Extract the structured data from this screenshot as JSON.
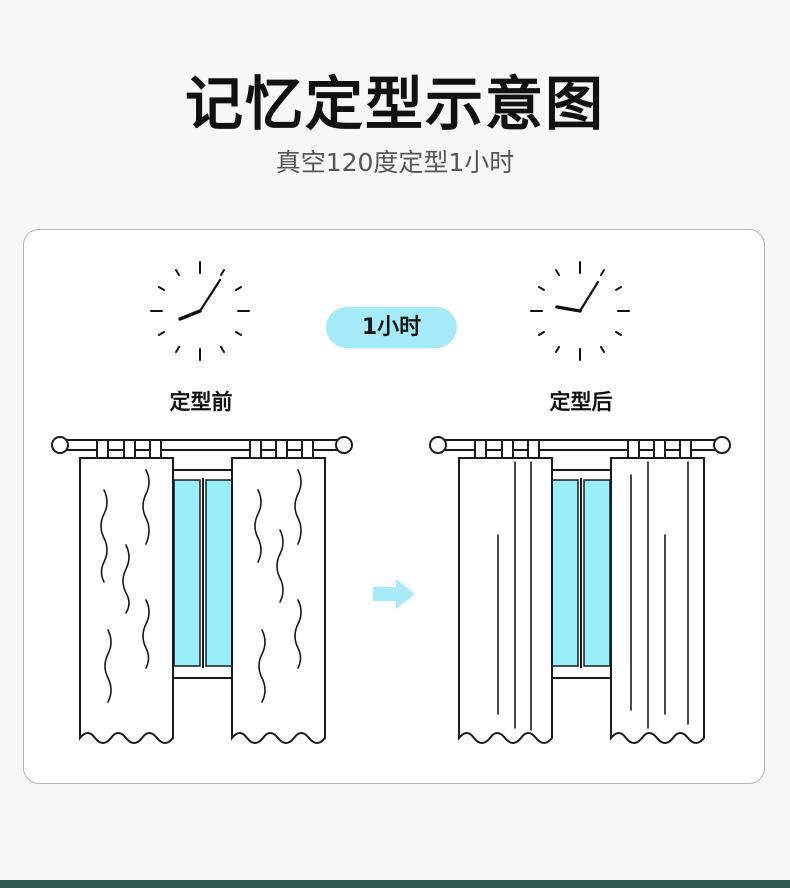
{
  "header": {
    "title": "记忆定型示意图",
    "subtitle": "真空120度定型1小时"
  },
  "diagram": {
    "duration_label": "1小时",
    "before_label": "定型前",
    "after_label": "定型后"
  },
  "colors": {
    "window_glass": "#98eef8",
    "pill": "#a6e9f8",
    "arrow": "#a6e9f8",
    "line": "#111111",
    "bottom_bar": "#2e5a4e"
  }
}
